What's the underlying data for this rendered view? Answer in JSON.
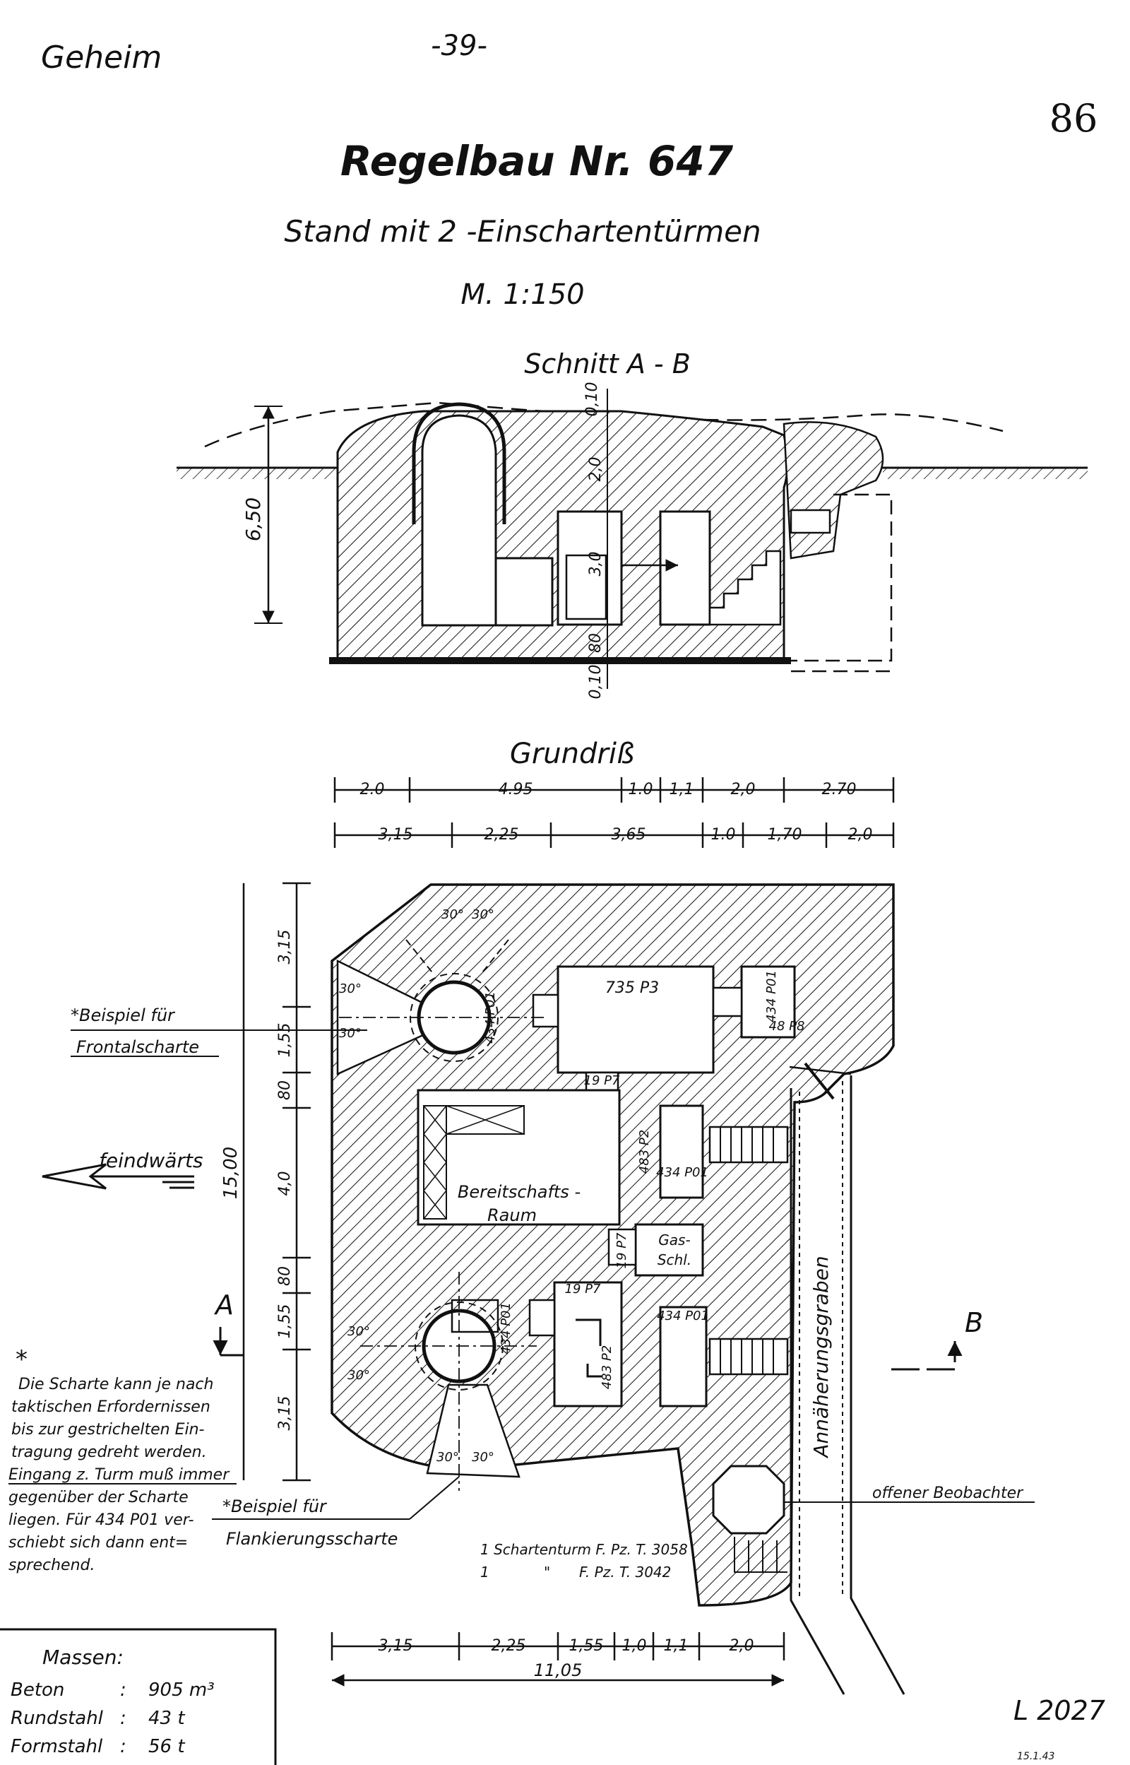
{
  "header": {
    "classification": "Geheim",
    "page_number": "-39-",
    "sheet_number": "86",
    "title": "Regelbau Nr. 647",
    "subtitle": "Stand mit 2 -Einschartentürmen",
    "scale": "M. 1:150"
  },
  "section": {
    "label": "Schnitt A - B",
    "height_total": "6,50",
    "dims_vertical": [
      "0,10",
      "2,0",
      "3,0",
      "80",
      "0,10"
    ]
  },
  "plan": {
    "label": "Grundriß",
    "top_dims_row1": [
      "2.0",
      "4.95",
      "1.0",
      "1,1",
      "2,0",
      "2.70"
    ],
    "top_dims_row2": [
      "3,15",
      "2,25",
      "3,65",
      "1.0",
      "1,70",
      "2,0"
    ],
    "left_dims": [
      "3,15",
      "1,55",
      "80",
      "4,0",
      "80",
      "1,55",
      "3,15"
    ],
    "overall_height": "15,00",
    "bottom_dims": [
      "3,15",
      "2,25",
      "1,55",
      "1,0",
      "1,1",
      "2,0"
    ],
    "bottom_overall": "11,05",
    "rooms": {
      "readiness_room_line1": "Bereitschafts -",
      "readiness_room_line2": "Raum",
      "gas_lock_line1": "Gas-",
      "gas_lock_line2": "Schl."
    },
    "components": {
      "p3": "735 P3",
      "p01_a": "434 P01",
      "p01_b": "434 P01",
      "p01_c": "434 P01",
      "p01_d": "434 P01",
      "p01_e": "434 P01",
      "p8": "48 P8",
      "p7_a": "19 P7",
      "p7_b": "19 P7",
      "p7_c": "19 P7",
      "p2_a": "483 P2",
      "p2_b": "483 P2"
    },
    "angles": [
      "30°",
      "30°",
      "30°",
      "30°",
      "30°",
      "30°",
      "30°",
      "30°"
    ],
    "section_mark_a": "A",
    "section_mark_b": "B",
    "trench_label": "Annäherungsgraben",
    "observer_label": "offener Beobachter",
    "enemy_direction": "feindwärts"
  },
  "notes": {
    "frontal_example_1": "*Beispiel für",
    "frontal_example_2": "Frontalscharte",
    "flank_example_1": "*Beispiel für",
    "flank_example_2": "Flankierungsscharte",
    "footnote_star": "*",
    "footnote_lines": [
      "Die Scharte kann je nach",
      "taktischen Erfordernissen",
      "bis zur gestrichelten Ein-",
      "tragung gedreht werden.",
      "Eingang z. Turm muß immer",
      "gegenüber der Scharte",
      "liegen. Für 434 P01 ver-",
      "schiebt sich dann ent=",
      "sprechend."
    ],
    "turret_1": "1 Schartenturm F. Pz. T. 3058",
    "turret_2_count": "1",
    "turret_2_ditto": "\"",
    "turret_2_type": "F. Pz. T. 3042"
  },
  "masses": {
    "heading": "Massen:",
    "rows": [
      {
        "label": "Beton",
        "sep": ":",
        "value": "905 m³"
      },
      {
        "label": "Rundstahl",
        "sep": ":",
        "value": "43 t"
      },
      {
        "label": "Formstahl",
        "sep": ":",
        "value": "56 t"
      }
    ]
  },
  "footer": {
    "drawing_code": "L 2027",
    "stamp": "15.1.43"
  },
  "colors": {
    "ink": "#111111",
    "paper": "#ffffff"
  }
}
